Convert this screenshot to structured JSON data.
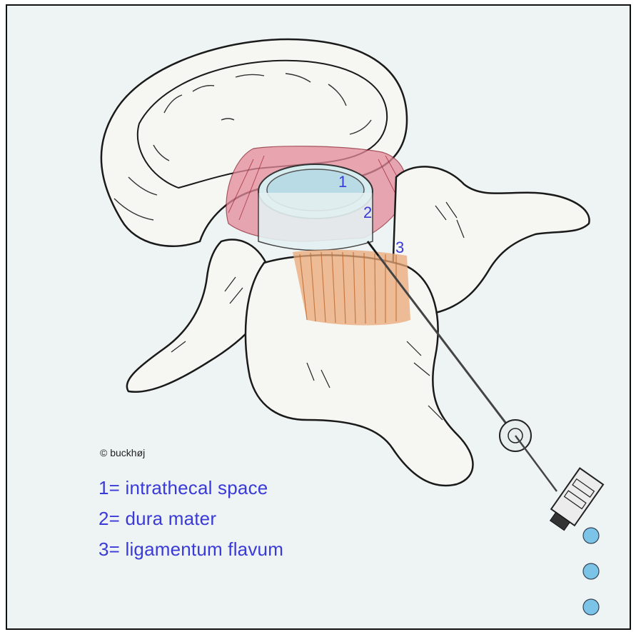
{
  "labels": {
    "one": "1",
    "two": "2",
    "three": "3"
  },
  "legend": [
    "1= intrathecal space",
    "2= dura mater",
    "3= ligamentum flavum"
  ],
  "credit": "© buckhøj",
  "colors": {
    "label_text": "#3a3ad6",
    "background": "#eef3f4",
    "ligament": "#e9a878",
    "dura": "#e48a9a",
    "canal": "#b9dbe6",
    "droplet": "#7cc3e8"
  }
}
